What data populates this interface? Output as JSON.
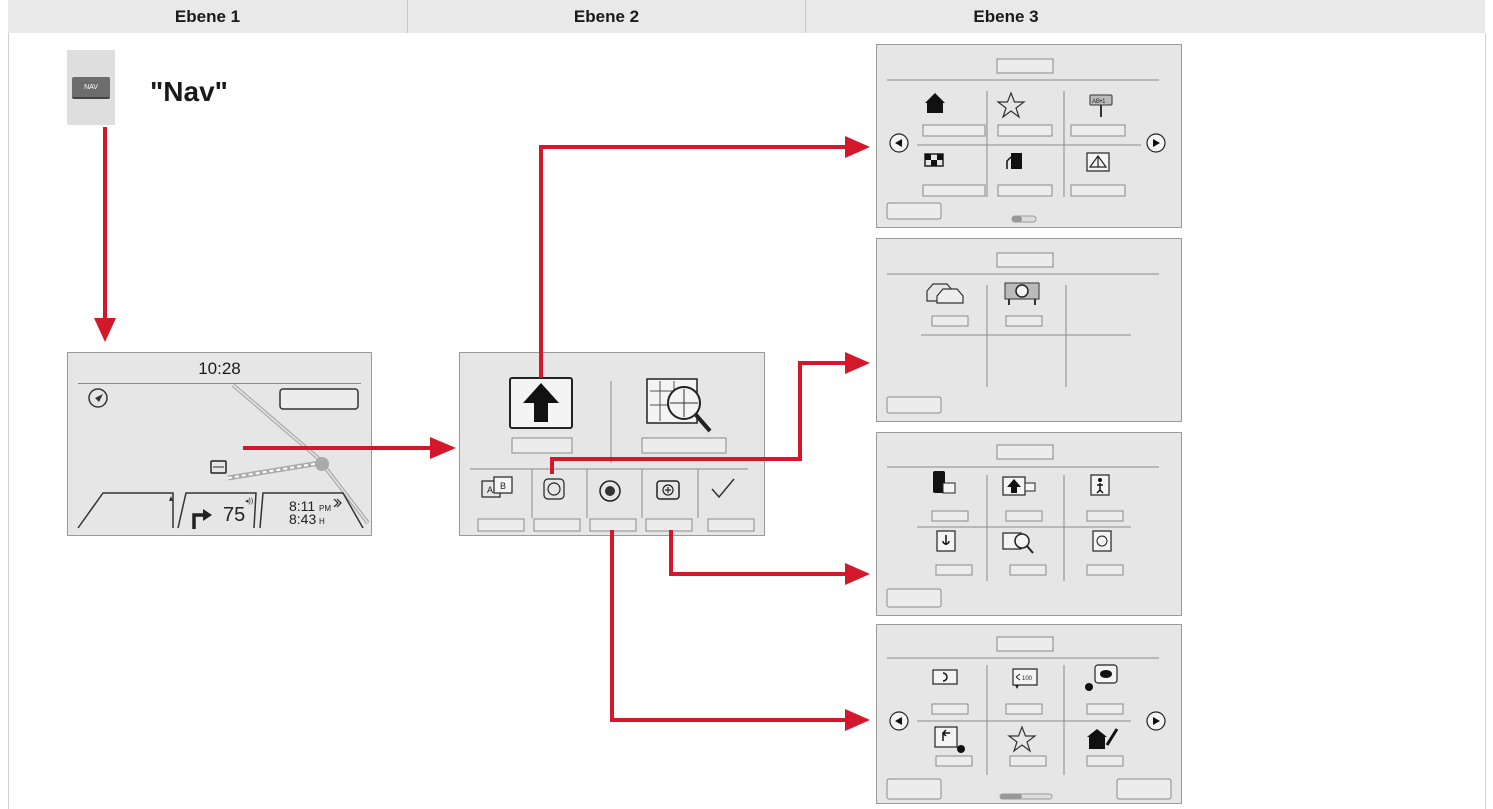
{
  "headers": [
    "Ebene 1",
    "Ebene 2",
    "Ebene 3",
    ""
  ],
  "nav_button": {
    "label": "NAV"
  },
  "nav_caption": "\"Nav\"",
  "map_screen": {
    "time": "10:28",
    "speed": "75",
    "arrival_time_1": "8:11",
    "arrival_suffix_1": "PM",
    "arrival_time_2": "8:43",
    "arrival_suffix_2": "H"
  },
  "screen1": {
    "signpost_label": "AB•1"
  },
  "screen4": {
    "speech_label": "100"
  },
  "colors": {
    "arrow": "#d3182b",
    "panel_bg": "#e6e6e6",
    "header_bg": "#e9e9e9"
  }
}
